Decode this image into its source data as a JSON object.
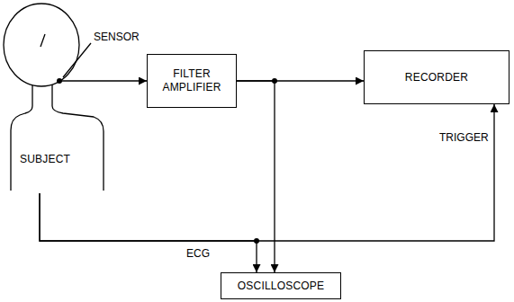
{
  "diagram": {
    "nodes": [
      {
        "text": [
          "SUBJECT"
        ]
      },
      {
        "text": [
          "FILTER AMPLIFIER"
        ]
      },
      {
        "text": [
          "RECORDER"
        ]
      },
      {
        "text": [
          "OSCILLOSCOPE"
        ]
      }
    ],
    "edges": [
      {
        "from": 0,
        "to": 1,
        "arrow": "to"
      },
      {
        "from": 1,
        "to": 2,
        "arrow": "to"
      },
      {
        "from": 1,
        "to": 3,
        "arrow": "to"
      },
      {
        "from": 0,
        "to": 3,
        "arrow": "to",
        "label": "ECG"
      },
      {
        "from": 0,
        "to": 2,
        "arrow": "to",
        "label": "TRIGGER"
      }
    ],
    "labels": [
      "SENSOR"
    ]
  }
}
